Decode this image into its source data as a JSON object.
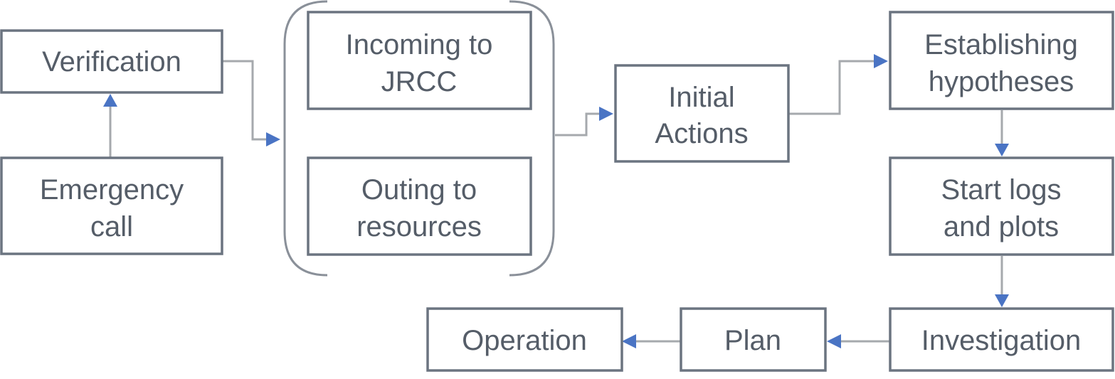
{
  "nodes": {
    "verification": {
      "lines": [
        "Verification"
      ]
    },
    "emergency_call": {
      "lines": [
        "Emergency",
        "call"
      ]
    },
    "incoming_jrcc": {
      "lines": [
        "Incoming to",
        "JRCC"
      ]
    },
    "outing_resources": {
      "lines": [
        "Outing to",
        "resources"
      ]
    },
    "initial_actions": {
      "lines": [
        "Initial",
        "Actions"
      ]
    },
    "establishing_hypotheses": {
      "lines": [
        "Establishing",
        "hypotheses"
      ]
    },
    "start_logs": {
      "lines": [
        "Start logs",
        "and plots"
      ]
    },
    "investigation": {
      "lines": [
        "Investigation"
      ]
    },
    "plan": {
      "lines": [
        "Plan"
      ]
    },
    "operation": {
      "lines": [
        "Operation"
      ]
    }
  },
  "colors": {
    "box_border": "#6b7480",
    "text": "#555d68",
    "connector": "#a6a9ad",
    "arrowhead": "#4a74c4"
  }
}
